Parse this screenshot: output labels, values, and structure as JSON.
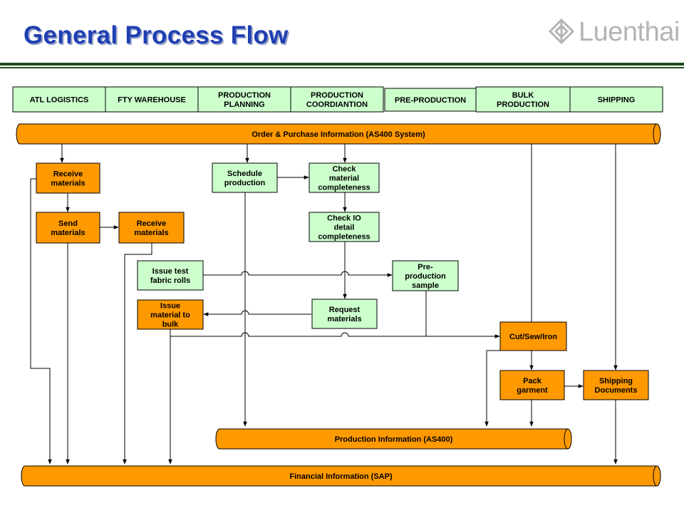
{
  "title": "General Process Flow",
  "logo": {
    "text": "Luenthai",
    "icon": "luenthai-logo-icon"
  },
  "colors": {
    "title": "#1f3fb2",
    "header_fill": "#ccffcc",
    "process_fill": "#ff9900",
    "green_fill": "#ccffcc",
    "pipe_fill": "#ff9900",
    "rule": "#1c4d1c"
  },
  "departments": [
    {
      "id": "dept-atl-logistics",
      "lines": [
        "ATL LOGISTICS"
      ]
    },
    {
      "id": "dept-fty-warehouse",
      "lines": [
        "FTY WAREHOUSE"
      ]
    },
    {
      "id": "dept-production-planning",
      "lines": [
        "PRODUCTION",
        "PLANNING"
      ]
    },
    {
      "id": "dept-production-coordination",
      "lines": [
        "PRODUCTION",
        "COORDIANTION"
      ]
    },
    {
      "id": "dept-pre-production",
      "lines": [
        "PRE-PRODUCTION"
      ]
    },
    {
      "id": "dept-bulk-production",
      "lines": [
        "BULK",
        "PRODUCTION"
      ]
    },
    {
      "id": "dept-shipping",
      "lines": [
        "SHIPPING"
      ]
    }
  ],
  "systems": {
    "order": "Order & Purchase Information (AS400 System)",
    "production": "Production Information (AS400)",
    "financial": "Financial Information (SAP)"
  },
  "steps": [
    {
      "id": "receive-materials-atl",
      "lines": [
        "Receive",
        "materials"
      ],
      "kind": "orange"
    },
    {
      "id": "send-materials",
      "lines": [
        "Send",
        "materials"
      ],
      "kind": "orange"
    },
    {
      "id": "receive-materials-fty",
      "lines": [
        "Receive",
        "materials"
      ],
      "kind": "orange"
    },
    {
      "id": "schedule-production",
      "lines": [
        "Schedule",
        "production"
      ],
      "kind": "green"
    },
    {
      "id": "check-material-completeness",
      "lines": [
        "Check",
        "material",
        "completeness"
      ],
      "kind": "green"
    },
    {
      "id": "check-io-detail-completeness",
      "lines": [
        "Check IO",
        "detail",
        "completeness"
      ],
      "kind": "green"
    },
    {
      "id": "issue-test-fabric-rolls",
      "lines": [
        "Issue test",
        "fabric rolls"
      ],
      "kind": "green"
    },
    {
      "id": "pre-production-sample",
      "lines": [
        "Pre-",
        "production",
        "sample"
      ],
      "kind": "green"
    },
    {
      "id": "issue-material-to-bulk",
      "lines": [
        "Issue",
        "material to",
        "bulk"
      ],
      "kind": "orange"
    },
    {
      "id": "request-materials",
      "lines": [
        "Request",
        "materials"
      ],
      "kind": "green"
    },
    {
      "id": "cut-sew-iron",
      "lines": [
        "Cut/Sew/Iron"
      ],
      "kind": "orange"
    },
    {
      "id": "pack-garment",
      "lines": [
        "Pack",
        "garment"
      ],
      "kind": "orange"
    },
    {
      "id": "shipping-documents",
      "lines": [
        "Shipping",
        "Documents"
      ],
      "kind": "orange"
    }
  ]
}
